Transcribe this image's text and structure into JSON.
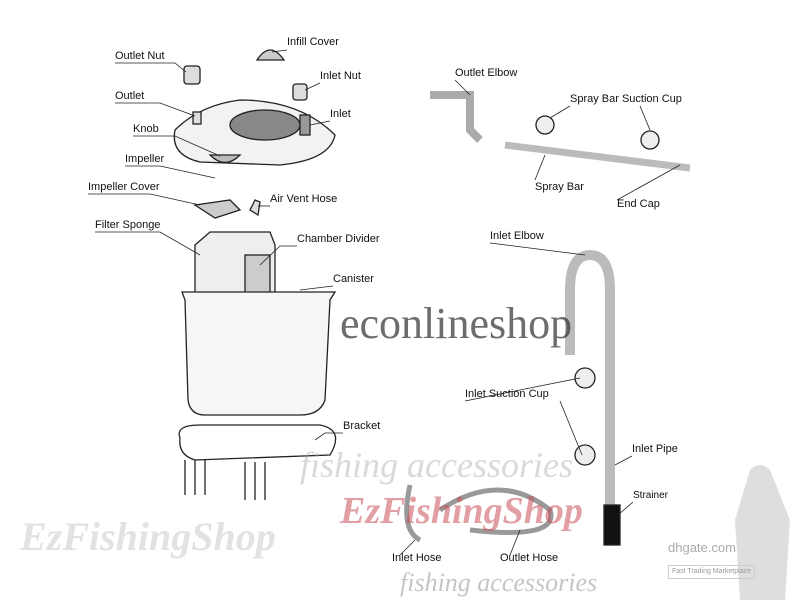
{
  "labels": {
    "outlet_nut": "Outlet Nut",
    "infill_cover": "Infill Cover",
    "inlet_nut": "Inlet Nut",
    "outlet": "Outlet",
    "inlet": "Inlet",
    "knob": "Knob",
    "impeller": "Impeller",
    "impeller_cover": "Impeller Cover",
    "air_vent_hose": "Air Vent Hose",
    "filter_sponge": "Filter Sponge",
    "chamber_divider": "Chamber Divider",
    "canister": "Canister",
    "bracket": "Bracket",
    "outlet_elbow": "Outlet Elbow",
    "spray_bar_suction_cup": "Spray Bar Suction Cup",
    "spray_bar": "Spray Bar",
    "end_cap": "End Cap",
    "inlet_elbow": "Inlet Elbow",
    "inlet_suction_cup": "Inlet Suction Cup",
    "inlet_pipe": "Inlet Pipe",
    "strainer": "Strainer",
    "inlet_hose": "Inlet Hose",
    "outlet_hose": "Outlet Hose"
  },
  "watermarks": {
    "brand": "EzFishingShop",
    "tagline": "fishing accessories",
    "shop": "econlineshop",
    "site": "dhgate.com",
    "site_tagline": "Fast Trading Marketplace"
  }
}
